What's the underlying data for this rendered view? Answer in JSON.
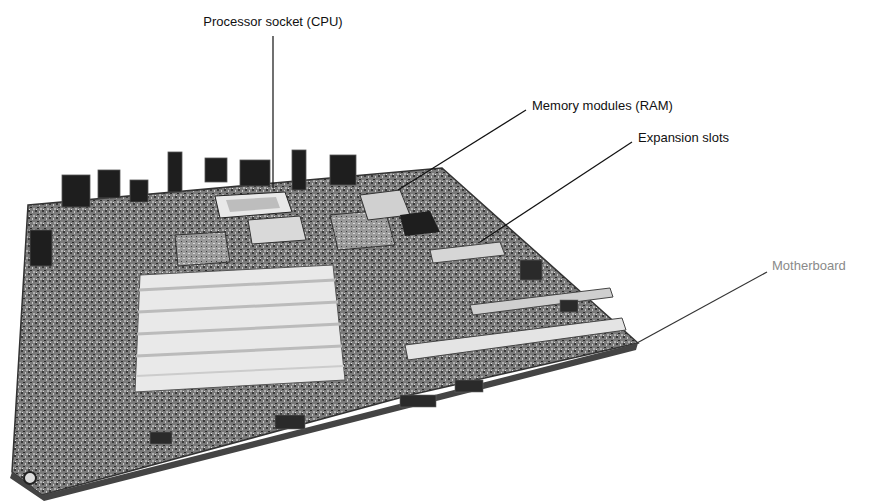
{
  "diagram": {
    "labels": [
      "Processor socket (CPU)",
      "Memory modules (RAM)",
      "Expansion slots",
      "Motherboard"
    ]
  }
}
